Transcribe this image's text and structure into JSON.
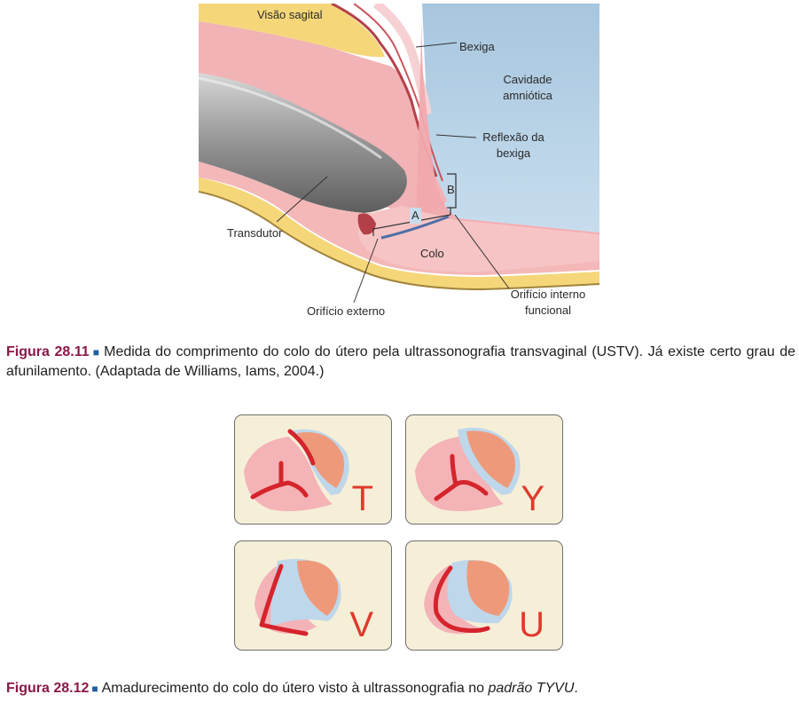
{
  "figure_1": {
    "labels": {
      "sagittal_view": "Visão sagital",
      "bladder": "Bexiga",
      "amniotic_cavity_line1": "Cavidade",
      "amniotic_cavity_line2": "amniótica",
      "bladder_reflection_line1": "Reflexão da",
      "bladder_reflection_line2": "bexiga",
      "marker_b": "B",
      "marker_a": "A",
      "transducer": "Transdutor",
      "cervix": "Colo",
      "external_os": "Orifício externo",
      "internal_os_line1": "Orifício interno",
      "internal_os_line2": "funcional"
    },
    "caption": {
      "figure_number": "Figura 28.11",
      "text": "Medida do comprimento do colo do útero pela ultrassonografia transvaginal (USTV). Já existe certo grau de afunilamento. (Adaptada de Williams, Iams, 2004.)"
    }
  },
  "figure_2": {
    "panels": [
      {
        "letter": "T"
      },
      {
        "letter": "Y"
      },
      {
        "letter": "V"
      },
      {
        "letter": "U"
      }
    ],
    "caption": {
      "figure_number": "Figura 28.12",
      "text_before": "Amadurecimento do colo do útero visto à ultrassonografia no ",
      "text_italic": "padrão TYVU",
      "text_after": "."
    }
  },
  "colors": {
    "caption_figure_number": "#8c1748",
    "caption_square": "#1f5fa0",
    "panel_background": "#f6efd8",
    "pattern_letter": "#e03a2c",
    "amniotic_fluid": "#b6d2e6",
    "tissue_pink": "#f4b8b8"
  }
}
